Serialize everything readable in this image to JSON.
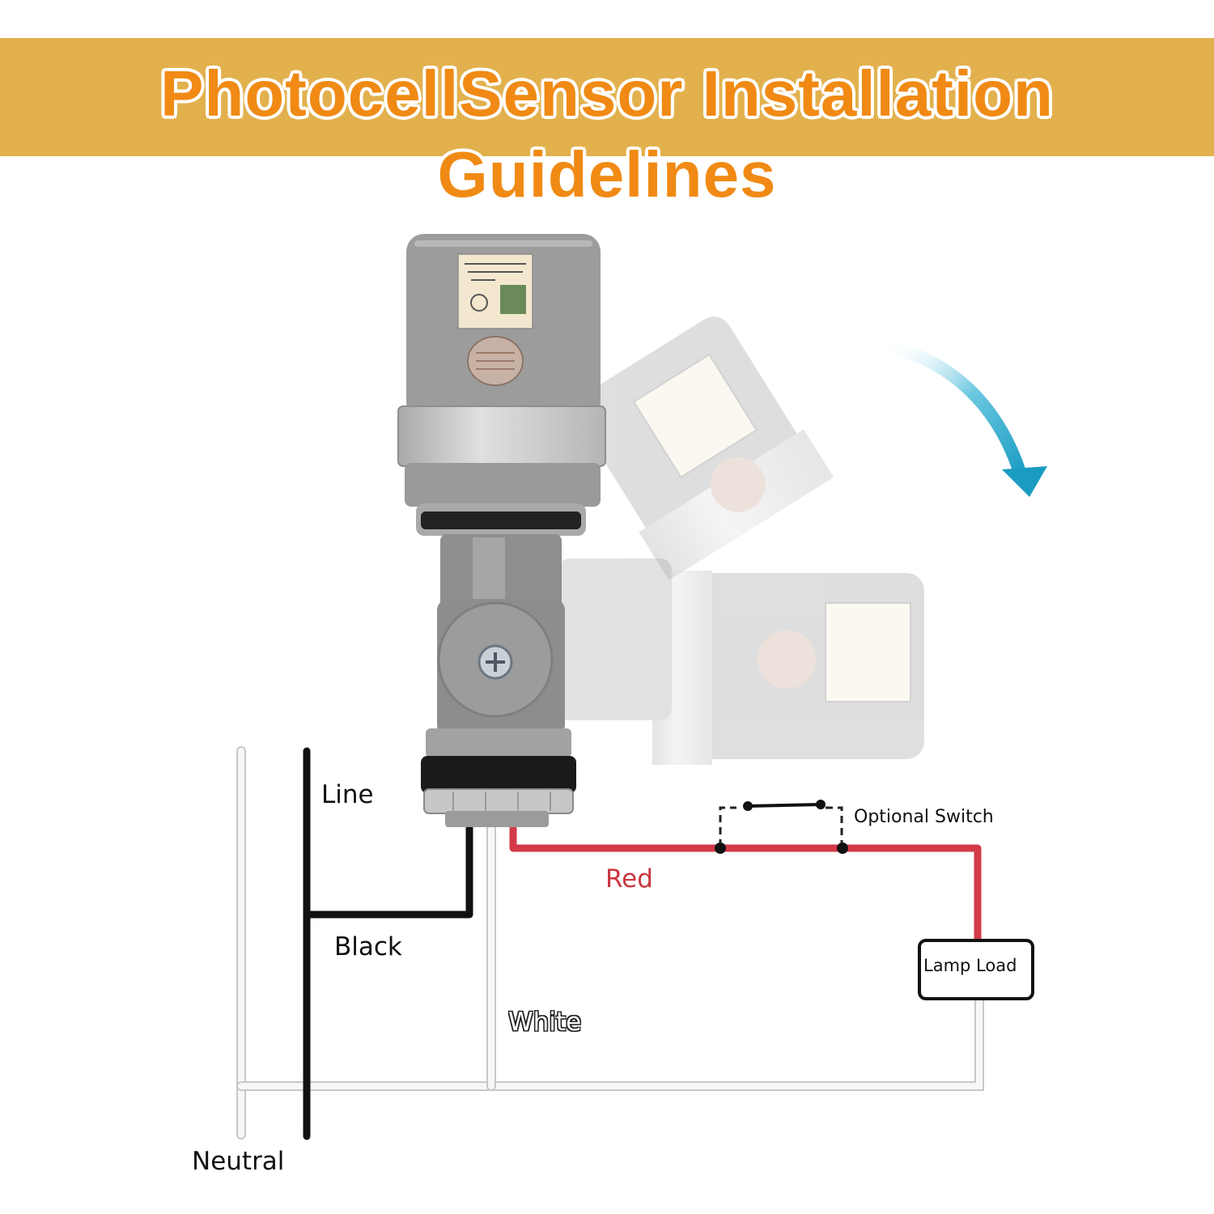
{
  "header": {
    "title": "PhotocellSensor Installation Guidelines"
  },
  "colors": {
    "banner": "#e2b14e",
    "title_text": "#f08a14",
    "red_wire": "#d33a48",
    "black_wire": "#111111",
    "white_wire": "#f2f2f2",
    "arrow": "#29a7c9",
    "sensor_body": "#9c9c9c"
  },
  "diagram": {
    "labels": {
      "line": "Line",
      "black": "Black",
      "red": "Red",
      "white": "White",
      "neutral": "Neutral",
      "optional_switch": "Optional Switch",
      "lamp_load": "Lamp Load"
    },
    "icons": {
      "sensor": "photocell-sensor-icon",
      "rotation_arrow": "rotation-arrow-icon"
    }
  }
}
